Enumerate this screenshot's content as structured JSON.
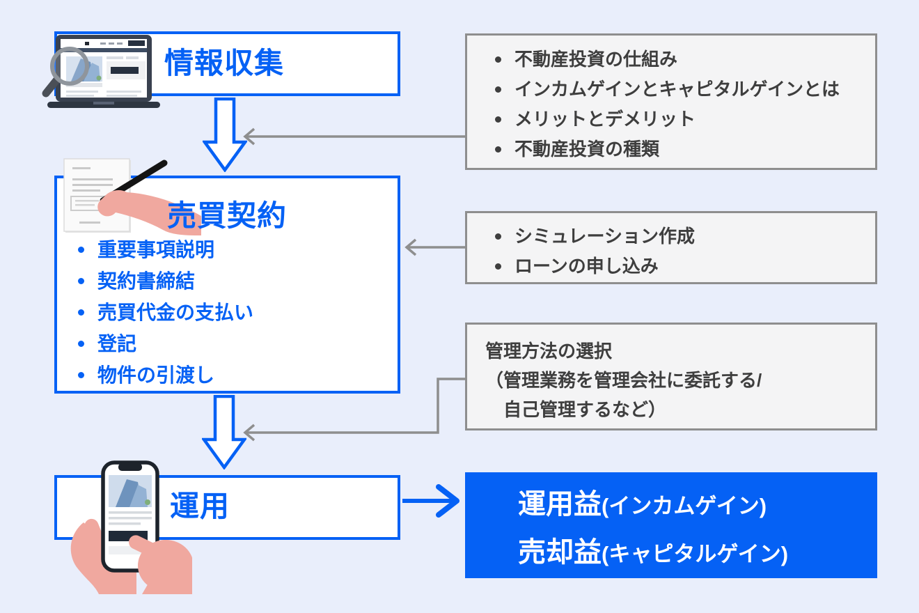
{
  "palette": {
    "background": "#e9eefb",
    "accent_blue": "#0561f5",
    "step_box_bg": "#ffffff",
    "note_box_bg": "#f4f4f5",
    "note_border": "#8e8e8e",
    "note_text": "#3e3e3e",
    "connector_gray": "#8e8e8e",
    "result_box_bg": "#0561f5",
    "result_text": "#ffffff",
    "hand_pink": "#f0a89f"
  },
  "steps": [
    {
      "title": "情報収集",
      "icon": "laptop-magnifier-icon",
      "bullets": []
    },
    {
      "title": "売買契約",
      "icon": "contract-signing-icon",
      "bullets": [
        "重要事項説明",
        "契約書締結",
        "売買代金の支払い",
        "登記",
        "物件の引渡し"
      ]
    },
    {
      "title": "運用",
      "icon": "smartphone-in-hands-icon",
      "bullets": []
    }
  ],
  "notes": [
    {
      "bullets": [
        "不動産投資の仕組み",
        "インカムゲインとキャピタルゲインとは",
        "メリットとデメリット",
        "不動産投資の種類"
      ]
    },
    {
      "bullets": [
        "シミュレーション作成",
        "ローンの申し込み"
      ]
    },
    {
      "lines": [
        "管理方法の選択",
        "（管理業務を管理会社に委託する/",
        "　自己管理するなど）"
      ]
    }
  ],
  "result": {
    "line1": {
      "main": "運用益",
      "sub": "(インカムゲイン)"
    },
    "line2": {
      "main": "売却益",
      "sub": "(キャピタルゲイン)"
    }
  }
}
